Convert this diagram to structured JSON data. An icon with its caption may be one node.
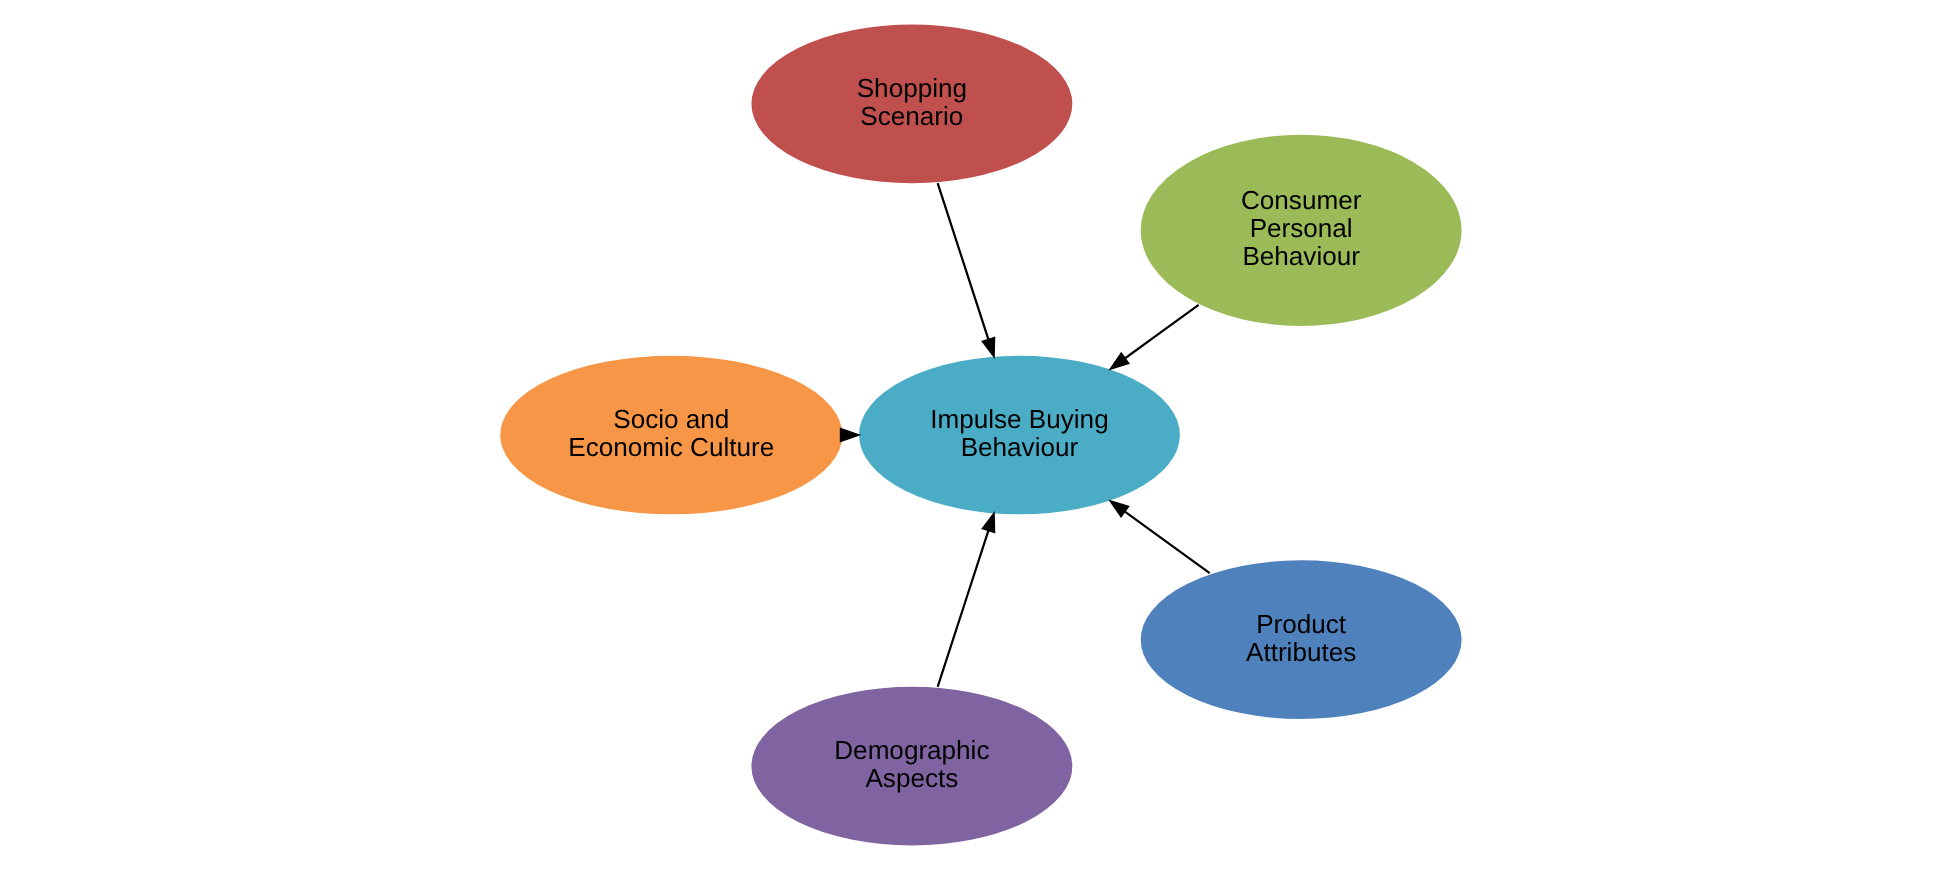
{
  "diagram": {
    "nodes": [
      {
        "text": [
          "Consumer Personal Behaviour"
        ]
      },
      {
        "text": [
          "Shopping Scenario"
        ]
      },
      {
        "text": [
          "Socio and Economic Culture"
        ]
      },
      {
        "text": [
          "Impulse Buying Behaviour"
        ]
      },
      {
        "text": [
          "Demographic Aspects"
        ]
      },
      {
        "text": [
          "Product Attributes"
        ]
      }
    ],
    "edges": [
      {
        "from": 0,
        "to": 3,
        "arrow": "to"
      },
      {
        "from": 1,
        "to": 3,
        "arrow": "to"
      },
      {
        "from": 2,
        "to": 3,
        "arrow": "to"
      },
      {
        "from": 5,
        "to": 3,
        "arrow": "to"
      },
      {
        "from": 4,
        "to": 3,
        "arrow": "to"
      }
    ]
  }
}
